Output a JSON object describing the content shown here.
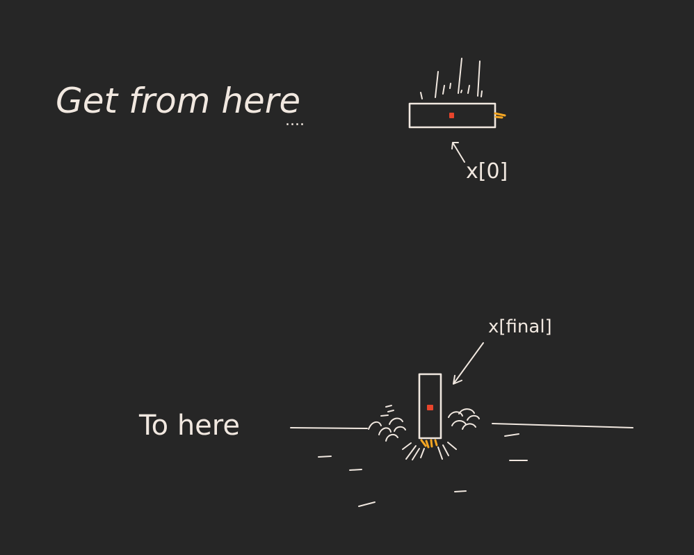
{
  "labels": {
    "start_text": "Get from here",
    "start_dots": "....",
    "end_text": "To here",
    "x_start": "x[0]",
    "x_final": "x[final]"
  },
  "colors": {
    "background": "#262626",
    "chalk": "#f1e8e0",
    "marker": "#e8452c",
    "exhaust": "#f5a623"
  },
  "icons": {
    "start_object": "horizontal-rocket-icon",
    "end_object": "landed-rocket-icon"
  }
}
